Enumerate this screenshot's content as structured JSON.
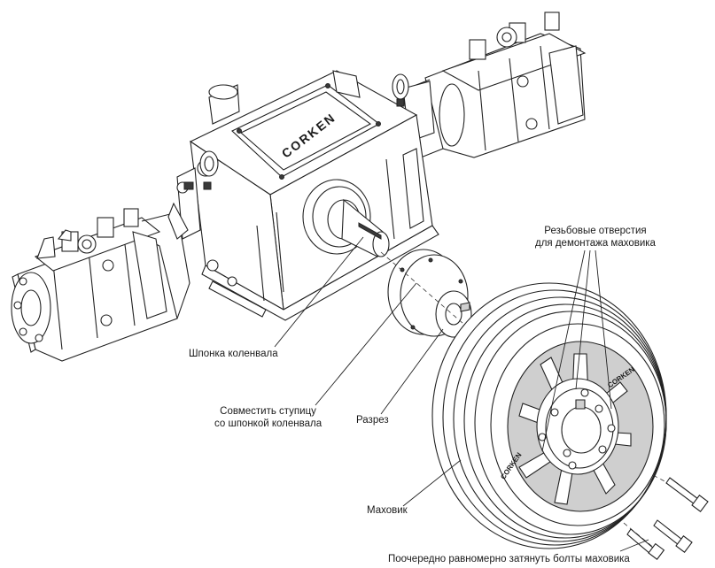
{
  "labels": {
    "threaded_holes_line1": "Резьбовые отверстия",
    "threaded_holes_line2": "для демонтажа маховика",
    "crankshaft_key": "Шпонка коленвала",
    "align_hub_line1": "Совместить ступицу",
    "align_hub_line2": "со шпонкой коленвала",
    "cut": "Разрез",
    "flywheel": "Маховик",
    "tighten_bolts": "Поочередно равномерно затянуть болты маховика"
  },
  "brand": {
    "plate_text": "CORKEN",
    "wheel_text": "CORKEN"
  }
}
